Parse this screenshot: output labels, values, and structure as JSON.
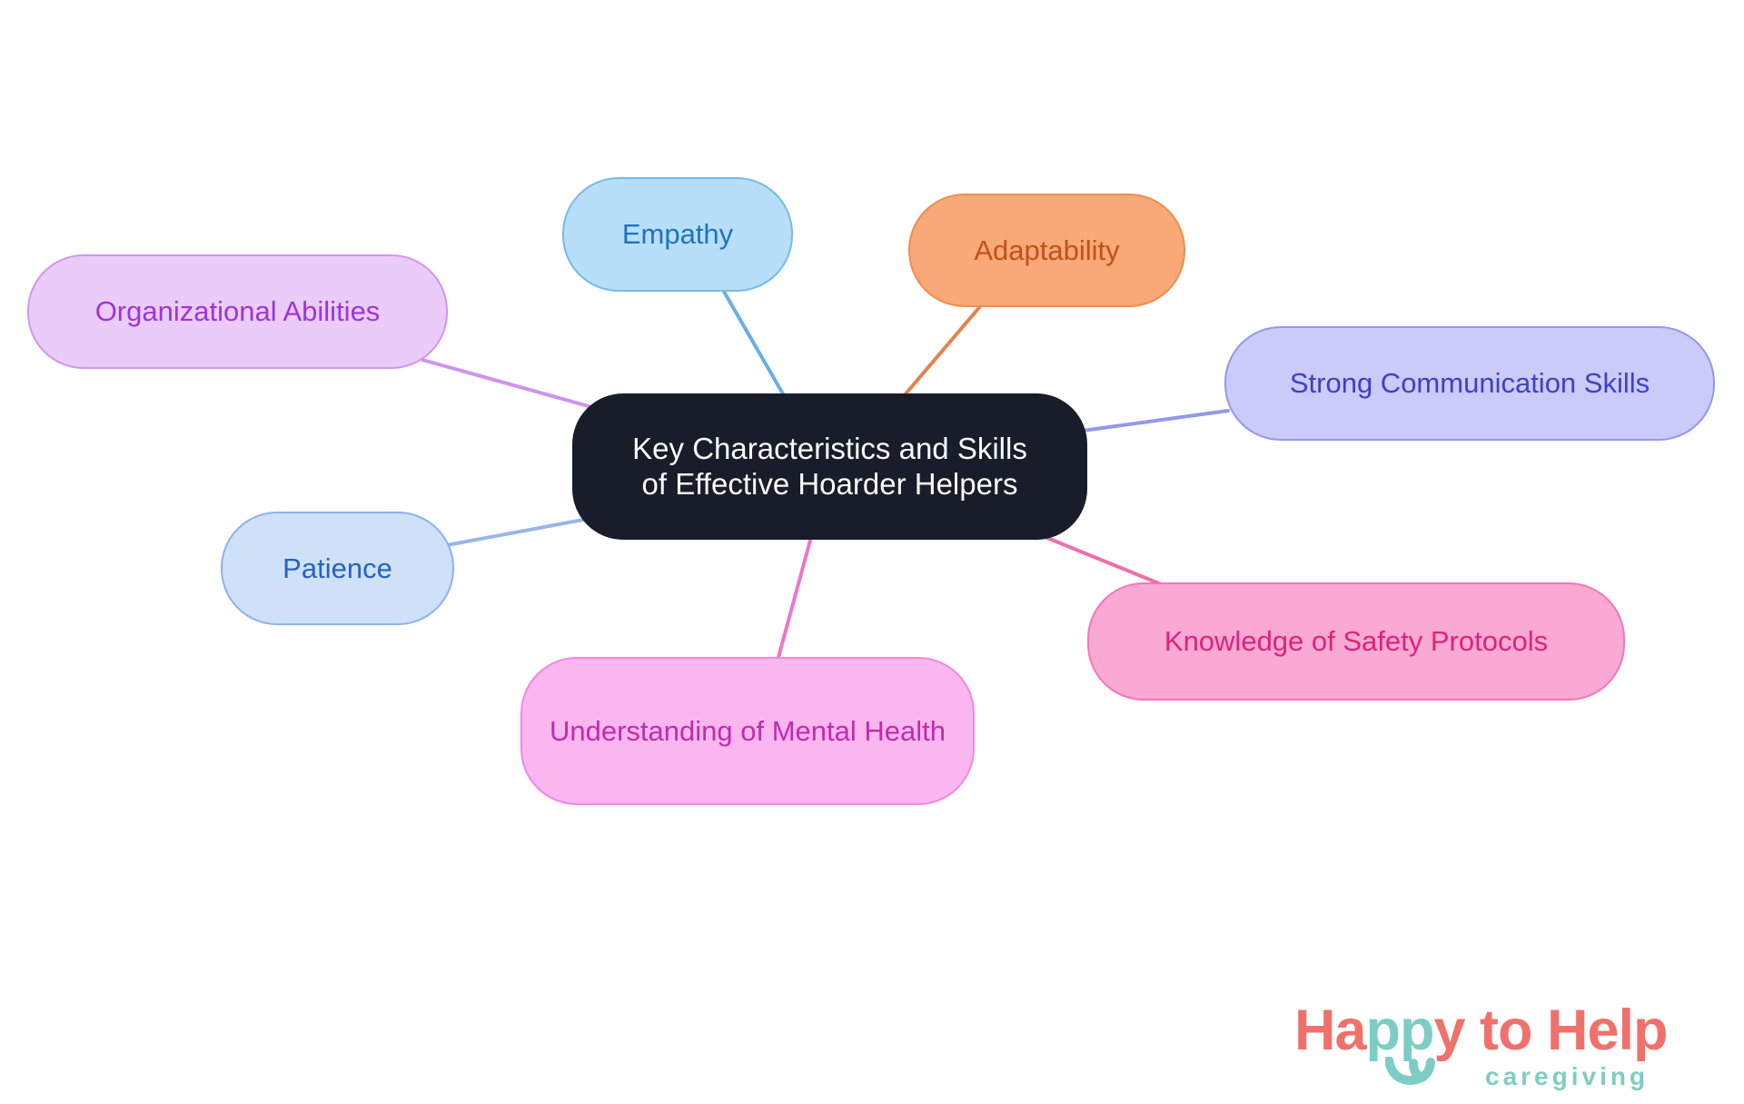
{
  "diagram": {
    "center": {
      "lines": [
        "Key Characteristics and Skills",
        "of Effective Hoarder Helpers"
      ],
      "label": "Key Characteristics and Skills of Effective Hoarder Helpers",
      "fill": "#181D29",
      "text_color": "#FAFBFC"
    },
    "branches": [
      {
        "id": "empathy",
        "label": "Empathy",
        "fill": "#B8DFF9",
        "border": "#75BAEE",
        "text_color": "#1E73C2",
        "line_color": "#68AFE8"
      },
      {
        "id": "adaptability",
        "label": "Adaptability",
        "fill": "#F9A877",
        "border": "#EF8C50",
        "text_color": "#C05217",
        "line_color": "#E28350"
      },
      {
        "id": "communication",
        "label": "Strong Communication Skills",
        "fill": "#CACBF9",
        "border": "#9496EF",
        "text_color": "#3F3FCC",
        "line_color": "#9298EA"
      },
      {
        "id": "knowledge",
        "label": "Knowledge of Safety Protocols",
        "fill": "#F9A9D3",
        "border": "#F277B7",
        "text_color": "#E0217C",
        "line_color": "#EE6FA9"
      },
      {
        "id": "understanding",
        "label": "Understanding of Mental Health",
        "fill": "#FAB6EF",
        "border": "#F286E6",
        "text_color": "#C32AAD",
        "line_color": "#EE74CD"
      },
      {
        "id": "patience",
        "label": "Patience",
        "fill": "#CFE1F9",
        "border": "#8FB2EC",
        "text_color": "#2563C2",
        "line_color": "#97B6EA"
      },
      {
        "id": "organizational",
        "label": "Organizational Abilities",
        "fill": "#EBCBF9",
        "border": "#D494F3",
        "text_color": "#9D35D8",
        "line_color": "#CD94EA"
      }
    ]
  },
  "logo": {
    "parts": [
      {
        "text": "Ha",
        "color": "#F0716B"
      },
      {
        "text": "pp",
        "color": "#7ECDC5"
      },
      {
        "text": "y to Help",
        "color": "#F0716B"
      }
    ],
    "subtitle": "caregiving",
    "coral": "#F0716B",
    "teal": "#7ECDC5"
  }
}
